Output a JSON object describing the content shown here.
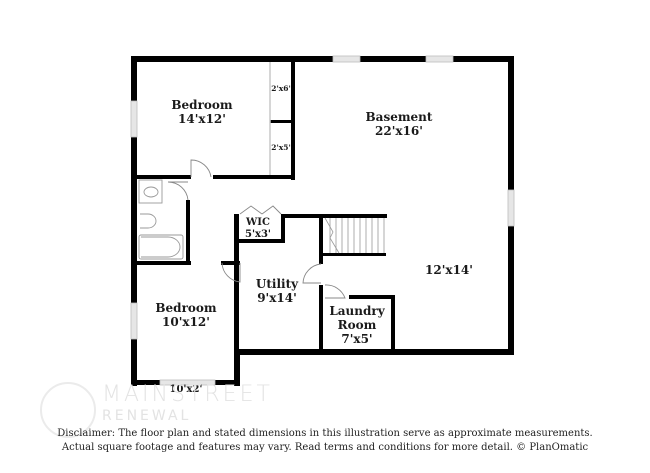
{
  "floor_plan": {
    "rooms": [
      {
        "id": "bedroom-1",
        "name": "Bedroom",
        "dimensions": "14'x12'"
      },
      {
        "id": "closet-1",
        "name": "",
        "dimensions": "2'x6'"
      },
      {
        "id": "closet-2",
        "name": "",
        "dimensions": "2'x5'"
      },
      {
        "id": "basement",
        "name": "Basement",
        "dimensions": "22'x16'"
      },
      {
        "id": "wic",
        "name": "WIC",
        "dimensions": "5'x3'"
      },
      {
        "id": "utility",
        "name": "Utility",
        "dimensions": "9'x14'"
      },
      {
        "id": "laundry",
        "name": "Laundry Room",
        "name_line1": "Laundry",
        "name_line2": "Room",
        "dimensions": "7'x5'"
      },
      {
        "id": "open-area",
        "name": "",
        "dimensions": "12'x14'"
      },
      {
        "id": "bedroom-2",
        "name": "Bedroom",
        "dimensions": "10'x12'"
      },
      {
        "id": "closet-3",
        "name": "",
        "dimensions": "10'x2'"
      }
    ],
    "colors": {
      "wall": "#000000",
      "window": "#d9d9d9",
      "fixture": "#9a9a9a",
      "background": "#ffffff"
    }
  },
  "watermark": {
    "brand": "MAINSTREET",
    "sub": "RENEWAL"
  },
  "disclaimer": {
    "line1": "Disclaimer: The floor plan and stated dimensions in this illustration serve as approximate measurements.",
    "line2": "Actual square footage and features may vary. Read terms and conditions for more detail. © PlanOmatic"
  }
}
